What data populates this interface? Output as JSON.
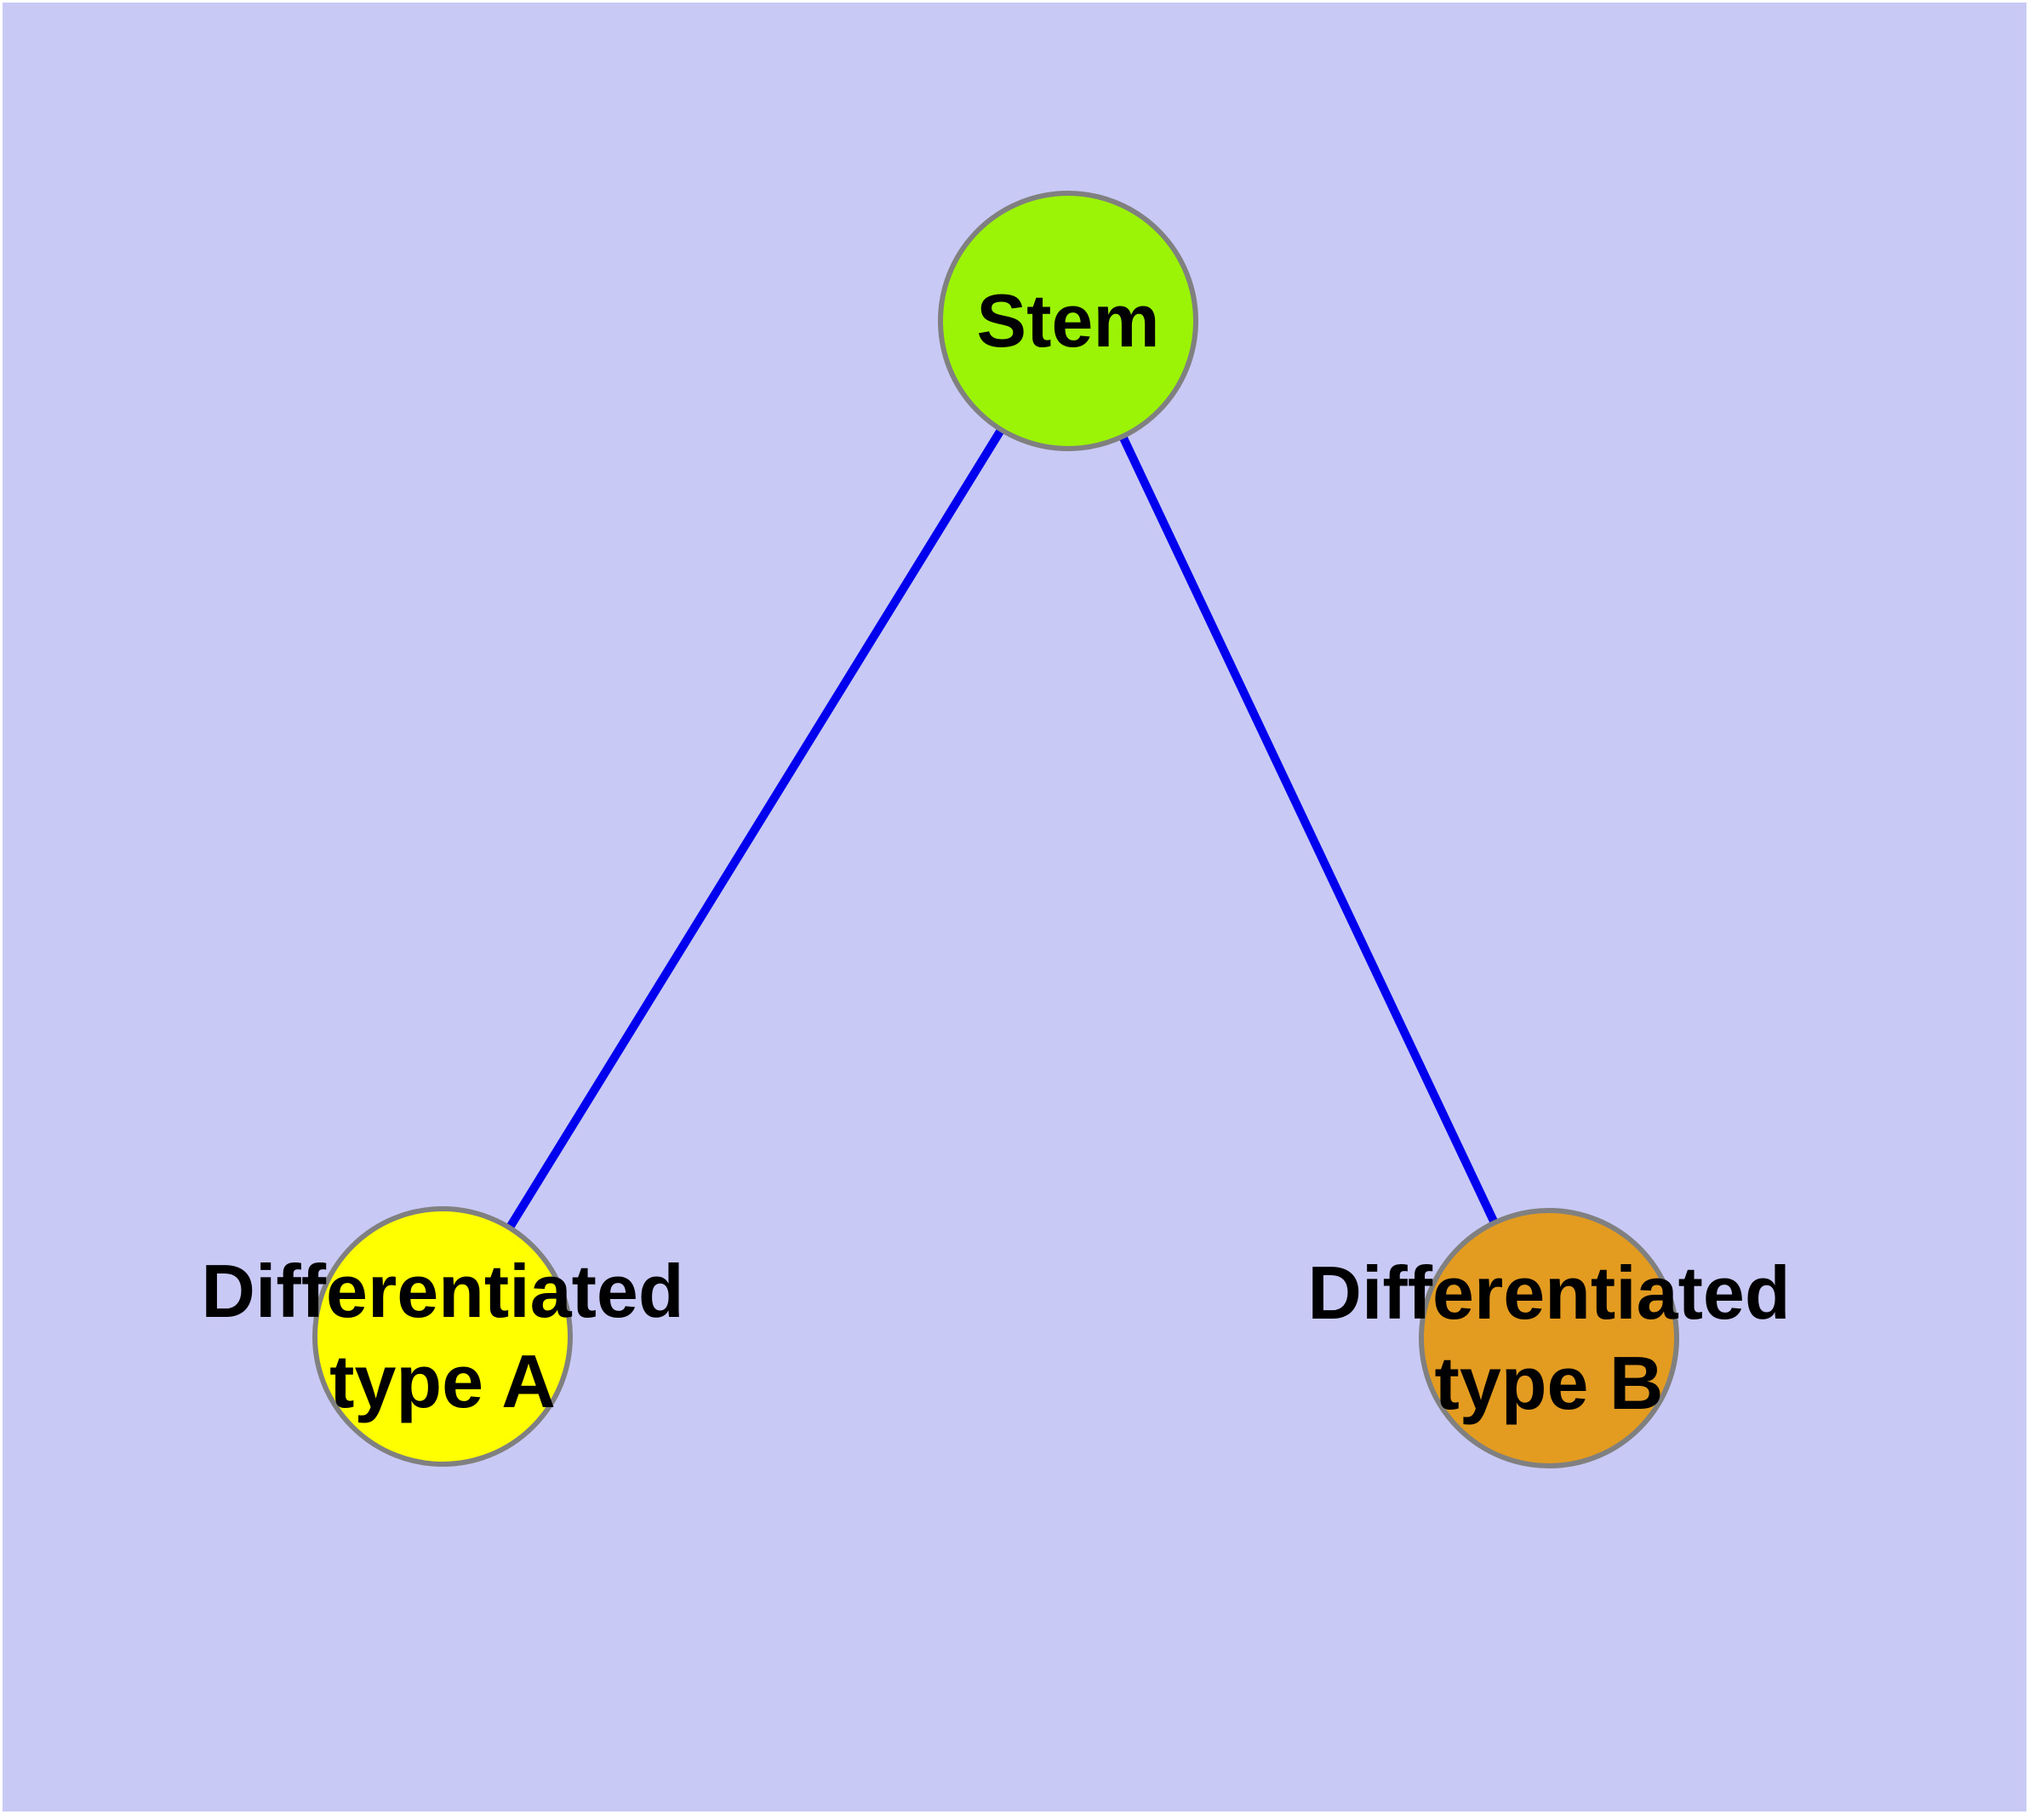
{
  "colors": {
    "page_bg": "#ffffff",
    "canvas_bg": "#c9c9f6",
    "edge": "#0000ee",
    "node_border": "#808080",
    "label_text": "#000000",
    "stem_fill": "#9bf405",
    "type_a_fill": "#ffff00",
    "type_b_fill": "#e39b20"
  },
  "nodes": {
    "stem": {
      "label": "Stem"
    },
    "type_a": {
      "label": "Differentiated\ntype A"
    },
    "type_b": {
      "label": "Differentiated\ntype B"
    }
  },
  "edges": [
    {
      "from": "Stem",
      "to": "Differentiated type A"
    },
    {
      "from": "Stem",
      "to": "Differentiated type B"
    }
  ]
}
